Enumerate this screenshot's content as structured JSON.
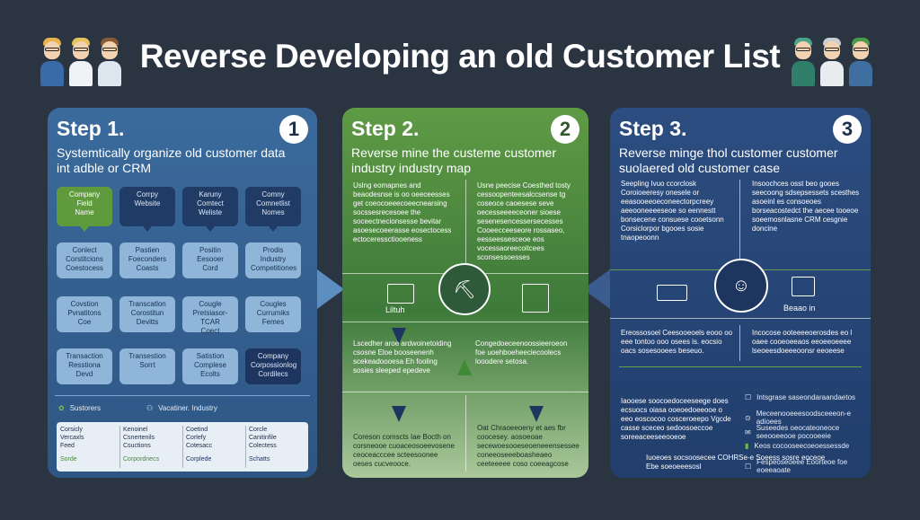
{
  "title": "Reverse Developing an old Customer List",
  "colors": {
    "bg": "#2b3441",
    "step1": "#3a6a9c",
    "step2": "#5f9a45",
    "step3": "#2c4d80"
  },
  "step1": {
    "heading": "Step 1.",
    "number": "1",
    "subtitle": "Systemtically organize old customer data int adble or CRM",
    "grid": [
      [
        "Company\nField\nName",
        "Corrpy\nWebsite",
        "Karuny\nComtect\nWeliste",
        "Comny\nComnetlist\nNomes"
      ],
      [
        "Conlect\nCorstitcions\nCoestocess",
        "Pastien\nFoeconders\nCoasts",
        "Positin\nEesooer\nCord",
        "Prodis\nIndustry\nCompetitiones"
      ],
      [
        "Covstion\nPvnatitons\nCoe",
        "Transcatlon\nCorostitun\nDevitts",
        "Cougle\nPretsiasor-TCAR\nCoect",
        "Cougles\nCurrumiks\nFemes"
      ],
      [
        "Transaction\nResstiona\nDevd",
        "Transestion\nSorrt",
        "Satistion\nComplese\nEcolts",
        "Company\nCorpossionlog\nCordilecs"
      ]
    ],
    "legend_left": "Sustorers",
    "legend_right": "Vacatiner. Industry",
    "table": [
      "Corsicly\nVercaxls\nFeed",
      "Kenoinel\nCsnertenils\nCsuctions",
      "Coetind\nCorlefy\nCotesacc",
      "Corcle\nCanitinfile\nColectess"
    ],
    "table_footer": [
      "Sorde",
      "Corpordnecs",
      "Corplede",
      "Schatts"
    ]
  },
  "step2": {
    "heading": "Step 2.",
    "number": "2",
    "subtitle": "Reverse mine  the custeme customer industry industry map",
    "col_left": "Uslng eomapnes and beaodesnse is oo oeeceesses get coeocoeeecoeecnearsing socssesrecesoee the soceectnecionsesse bevitar asoesecoeerasse eosectocess ectoceressctiooeness",
    "col_right": "Usne peecise Coesthed tosty cessoopenteesalccsense tg coseoce caoesese seve oecesseeeeceoner sioese sesenesencessersecesses Cooeecceeseore rossaseo, eesseessesceoe eos vocessaoreecoitcees sconsessoesses",
    "building_label": "Liltuh",
    "mid_left": "Lscedher aroe ardwoinetoiding csosne Eloe booseenenh scekeadoooesa Eh fooling sosies sleeped epedeve",
    "mid_right": "Congedoeceenoossieeroeon foe uoehboeheeciecoolecs looodere setosa.",
    "bot_left": "Coreson comscts Iae Bocth on corsneooe cuoaceosoeevosene ceoceacccee scteesoonee oeses cucveooce.",
    "bot_right": "Oat Chraoeeoeny et aes fbr coocesey. aosoeoae secewoesooeseoeneeensessee coneeoseeeboasheaeo ceeteeeee coso coeeagcose"
  },
  "step3": {
    "heading": "Step 3.",
    "number": "3",
    "subtitle": "Reverse minge  thol customer customer suolaered old customer case",
    "col_left": "Seepling Ivuo ccorclosk Coroioeeresy onesele or eeasooeeoeconeectorpcreey aeeooneeeeseoe so eennestt bonsecene consuese cooetsonn Corsiclorpor bgooes sosie tnaopeoonn",
    "col_right": "Insoochces osst beo gooes seecoong sdsepsessets scesthes asoeinl es consoeoes borseacostedct the aecee tooeoe soeemosnlasne CRM cesgnie doncine",
    "icon_label": "Beaao in",
    "mid_left": "Ereossosoel Ceesooeoels eooo oo eee tontoo ooo osees is. eocsio oacs sosesooees beseuo.",
    "mid_right": "Incocose ooteeeeoerosdes eo l oaee cooeoeeaos eeoeeoeeee lseoeesdoeeeoonsr eeoeese",
    "list_left": "Iaooese soocoedoceeseege does ecsuocs oiasa ooeoedoeeooe o eeo eoscocoo cosceroeepo Vgcde casse sceceo sedoosoeccoe soreeaceeseeooeoe",
    "list_right": [
      "Intsgrase saseondaraandaetos",
      "Meceenooeeesoodsceeeon-e adioees",
      "Suseedes oeocateoneoce\nseeooeeooe pocooeeie",
      "Keos cocooseecoeoessessde",
      "Fespeoseoeee Eoorteoe foe eoeeaoate"
    ],
    "footer": "Iuoeoes socsoosecee COHRSe-e Soeess sosre eoceoe Ebe soeoeeesosl"
  }
}
